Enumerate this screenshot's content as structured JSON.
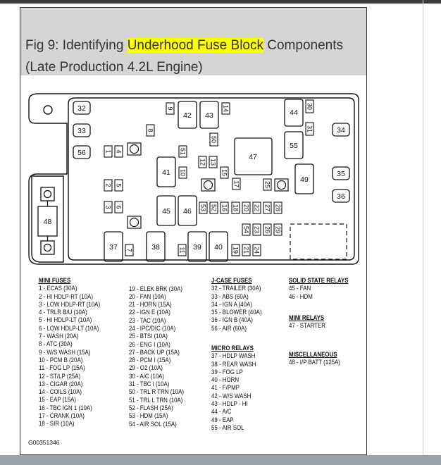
{
  "caption": {
    "prefix": "Fig 9: Identifying ",
    "highlight": "Underhood Fuse Block",
    "suffix": " Components",
    "line2": "(Late Production 4.2L Engine)"
  },
  "part_number": "G00351346",
  "diagram_labels": {
    "c32": "32",
    "c33": "33",
    "c56": "56",
    "c34": "34",
    "c35": "35",
    "c36": "36",
    "c48": "48",
    "b42": "42",
    "b43": "43",
    "b44": "44",
    "b55": "55",
    "b47": "47",
    "b41": "41",
    "b45": "45",
    "b46": "46",
    "b49": "49",
    "b37": "37",
    "b38": "38",
    "b39": "39",
    "b40": "40",
    "f9": "9",
    "f14": "14",
    "f30": "30",
    "f31": "31",
    "f8": "8",
    "f1": "1",
    "f4": "4",
    "f50": "50",
    "f51": "51",
    "f10": "10",
    "f12": "12",
    "f13": "13",
    "f15": "15",
    "f17": "17",
    "f25": "25",
    "f2": "2",
    "f5": "5",
    "f3": "3",
    "f6": "6",
    "f53": "53",
    "f52": "52",
    "f16": "16",
    "f18": "18",
    "f20": "20",
    "f22": "22",
    "f27": "27",
    "f28": "28",
    "f54": "54",
    "f23": "23",
    "f26": "26",
    "f29": "29",
    "f7": "7",
    "f11": "11",
    "f19": "19",
    "f21": "21",
    "f24": "24"
  },
  "legend": {
    "mini_fuses": {
      "heading": "MINI FUSES",
      "col1": [
        "1 - ECAS (30A)",
        "2 - HI HDLP-RT (10A)",
        "3 - LOW HDLP-RT (10A)",
        "4 - TRLR B/U (10A)",
        "5 - HI HDLP-LT (10A)",
        "6 - LOW HDLP-LT (10A)",
        "7 - WASH (20A)",
        "8 - ATC (30A)",
        "9 - W/S WASH (15A)",
        "10 - PCM B (20A)",
        "11 - FOG LP (15A)",
        "12 - ST/LP (25A)",
        "13 - CIGAR (20A)",
        "14 - COILS (10A)",
        "15 - EAP (15A)",
        "16 - TBC IGN 1 (10A)",
        "17 - CRANK (10A)",
        "18 - SIR (10A)"
      ],
      "col2": [
        "19 - ELEK BRK (30A)",
        "20 - FAN (10A)",
        "21 - HORN (15A)",
        "22 - IGN E (10A)",
        "23 - TAC (10A)",
        "24 - IPC/DIC (10A)",
        "25 - BTSI (10A)",
        "26 - ENG I (10A)",
        "27 - BACK UP (15A)",
        "28 - PCM I (15A)",
        "29 - O2 (10A)",
        "30 - A/C (10A)",
        "31 - TBC I (10A)",
        "50 - TRL R TRN (10A)",
        "51 - TRL L TRN (10A)",
        "52 - FLASH (25A)",
        "53 - HDM (15A)",
        "54 - AIR SOL (15A)"
      ]
    },
    "j_case_fuses": {
      "heading": "J-CASE FUSES",
      "items": [
        "32 - TRAILER (30A)",
        "33 - ABS (60A)",
        "34 - IGN A (40A)",
        "35 - BLOWER (40A)",
        "36 - IGN B (40A)",
        "56 - AIR (60A)"
      ]
    },
    "micro_relays": {
      "heading": "MICRO RELAYS",
      "items": [
        "37 - HDLP WASH",
        "38 - REAR WASH",
        "39 - FOG LP",
        "40 - HORN",
        "41 - F/PMP",
        "42 - W/S WASH",
        "43 - HDLP - HI",
        "44 - A/C",
        "49 - EAP",
        "55 - AIR SOL"
      ]
    },
    "solid_state_relays": {
      "heading": "SOLID STATE RELAYS",
      "items": [
        "45 - FAN",
        "46 - HDM"
      ]
    },
    "mini_relays": {
      "heading": "MINI RELAYS",
      "items": [
        "47 - STARTER"
      ]
    },
    "miscellaneous": {
      "heading": "MISCELLANEOUS",
      "items": [
        "48 - I/P BATT (125A)"
      ]
    }
  }
}
